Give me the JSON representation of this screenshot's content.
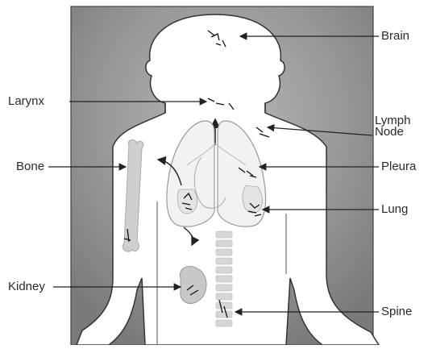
{
  "figure": {
    "labels": {
      "brain": "Brain",
      "larynx": "Larynx",
      "lymph_node": "Lymph\nNode",
      "bone": "Bone",
      "pleura": "Pleura",
      "lung": "Lung",
      "kidney": "Kidney",
      "spine": "Spine"
    },
    "colors": {
      "background_panel": "#8e8e8e",
      "body_silhouette": "#ffffff",
      "organ_fill": "#cfcfcf",
      "outline": "#333333",
      "leader_line": "#222222"
    }
  }
}
